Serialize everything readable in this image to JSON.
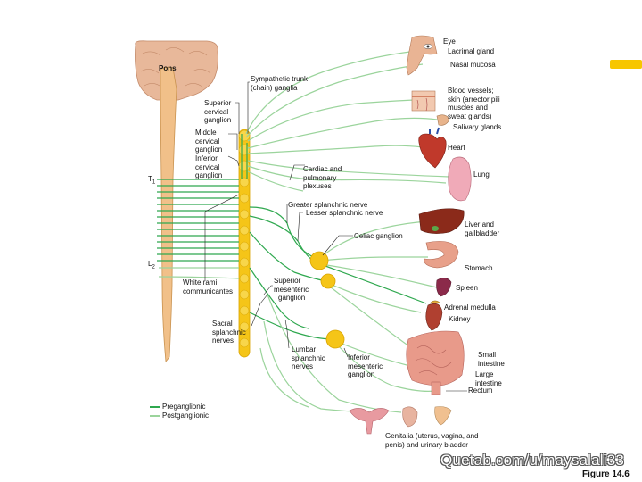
{
  "figure": {
    "number_label": "Figure 14.6",
    "watermark": "Quetab.com/u/maysalali33"
  },
  "brain": {
    "pons_label": "Pons",
    "t1_label": "T",
    "t1_sub": "1",
    "l2_label": "L",
    "l2_sub": "2"
  },
  "labels": {
    "sympathetic_trunk": [
      "Sympathetic trunk",
      "(chain) ganglia"
    ],
    "superior_cervical": [
      "Superior",
      "cervical",
      "ganglion"
    ],
    "middle_cervical": [
      "Middle",
      "cervical",
      "ganglion"
    ],
    "inferior_cervical": [
      "Inferior",
      "cervical",
      "ganglion"
    ],
    "cardiac_pulmonary": [
      "Cardiac and",
      "pulmonary",
      "plexuses"
    ],
    "greater_splanchnic": "Greater splanchnic nerve",
    "lesser_splanchnic": "Lesser splanchnic nerve",
    "celiac_ganglion": "Celiac ganglion",
    "white_rami": [
      "White rami",
      "communicantes"
    ],
    "superior_mesenteric": [
      "Superior",
      "mesenteric",
      "ganglion"
    ],
    "sacral_splanchnic": [
      "Sacral",
      "splanchnic",
      "nerves"
    ],
    "lumbar_splanchnic": [
      "Lumbar",
      "splanchnic",
      "nerves"
    ],
    "inferior_mesenteric": [
      "Inferior",
      "mesenteric",
      "ganglion"
    ]
  },
  "targets": {
    "eye": "Eye",
    "lacrimal": "Lacrimal gland",
    "nasal": "Nasal mucosa",
    "blood_vessels": [
      "Blood vessels;",
      "skin (arrector pili",
      "muscles and",
      "sweat glands)"
    ],
    "salivary": "Salivary glands",
    "heart": "Heart",
    "lung": "Lung",
    "liver": [
      "Liver and",
      "gallbladder"
    ],
    "stomach": "Stomach",
    "spleen": "Spleen",
    "adrenal": "Adrenal medulla",
    "kidney": "Kidney",
    "small_intestine": [
      "Small",
      "intestine"
    ],
    "large_intestine": [
      "Large",
      "intestine"
    ],
    "rectum": "Rectum",
    "genitalia": [
      "Genitalia (uterus, vagina, and",
      "penis) and urinary bladder"
    ]
  },
  "legend": {
    "preganglionic": "Preganglionic",
    "postganglionic": "Postganglionic",
    "pre_color": "#2fa84f",
    "post_color": "#9bd49c"
  },
  "colors": {
    "ganglion": "#f5c518",
    "cord": "#f1c089",
    "highlight": "#f7c600"
  }
}
